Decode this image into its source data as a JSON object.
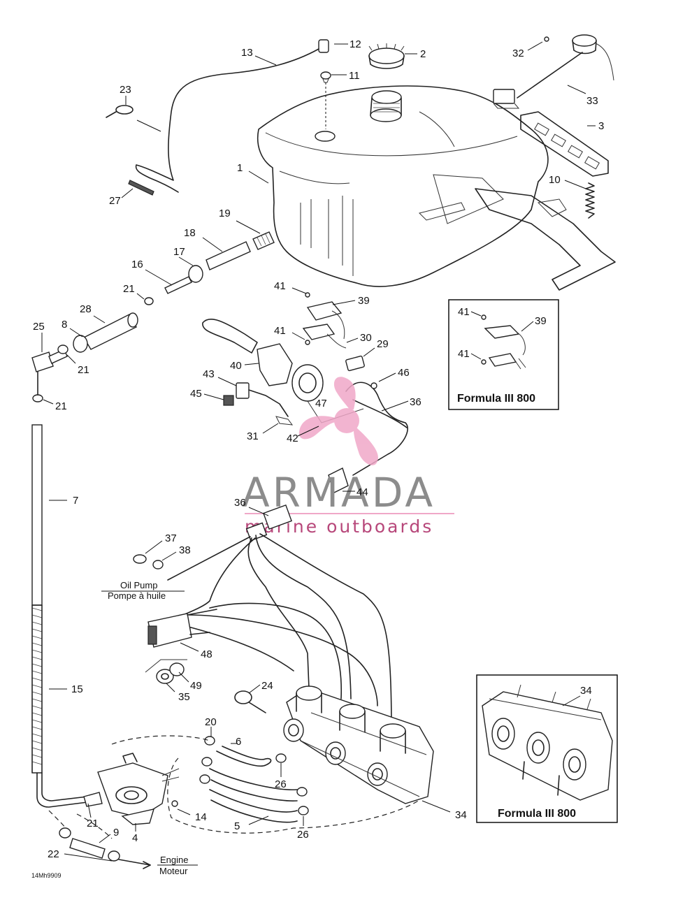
{
  "diagram": {
    "reference_code": "14Mh9909",
    "insets": [
      {
        "title": "Formula III 800",
        "labels": [
          "41",
          "39",
          "41"
        ]
      },
      {
        "title": "Formula III 800",
        "labels": [
          "34"
        ]
      }
    ],
    "notes": {
      "oil_pump_en": "Oil Pump",
      "oil_pump_fr": "Pompe à huile",
      "engine_en": "Engine",
      "engine_fr": "Moteur"
    },
    "watermark": {
      "brand": "ARMADA",
      "tagline": "marine outboards",
      "colors": {
        "brand": "#8c8c8c",
        "accent": "#b7477a",
        "logo": "#f0a8c8"
      }
    },
    "part_labels": [
      "12",
      "2",
      "13",
      "11",
      "32",
      "33",
      "23",
      "3",
      "1",
      "27",
      "10",
      "19",
      "18",
      "17",
      "16",
      "21",
      "28",
      "8",
      "25",
      "21",
      "21",
      "41",
      "39",
      "41",
      "30",
      "29",
      "40",
      "46",
      "43",
      "45",
      "47",
      "36",
      "31",
      "42",
      "7",
      "36",
      "44",
      "37",
      "38",
      "48",
      "49",
      "35",
      "24",
      "15",
      "20",
      "6",
      "26",
      "26",
      "34",
      "21",
      "14",
      "4",
      "9",
      "5",
      "22"
    ]
  }
}
